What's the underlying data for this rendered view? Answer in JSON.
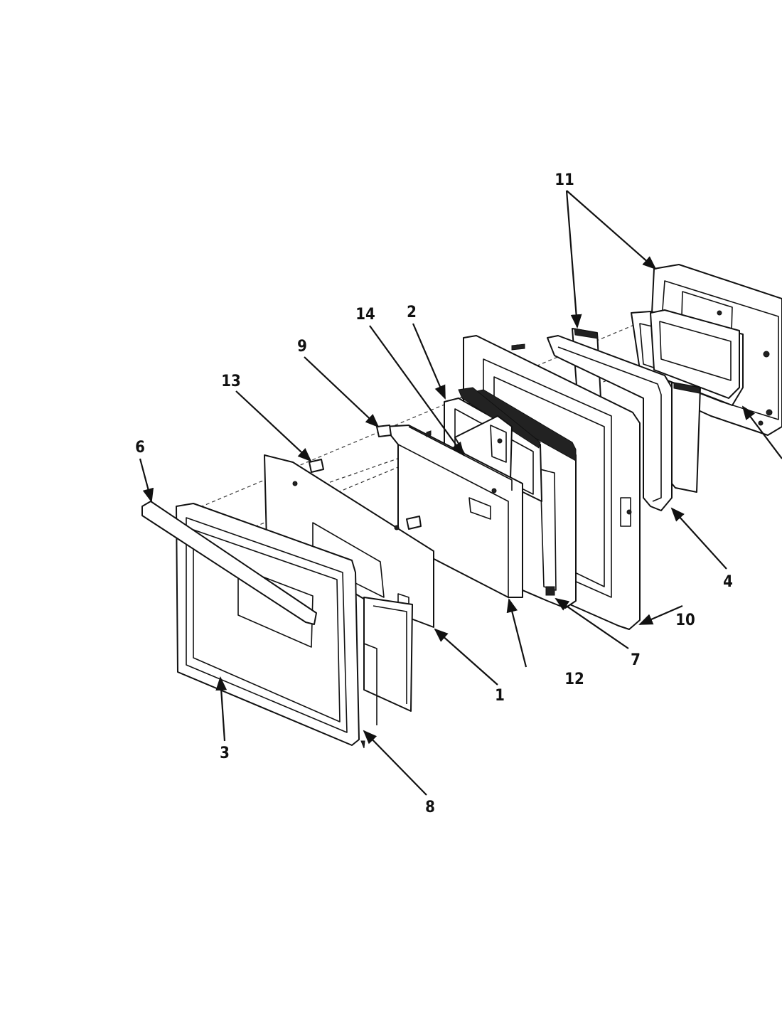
{
  "callouts": [
    {
      "id": "1",
      "label": "1"
    },
    {
      "id": "2",
      "label": "2"
    },
    {
      "id": "3",
      "label": "3"
    },
    {
      "id": "4",
      "label": "4"
    },
    {
      "id": "6",
      "label": "6"
    },
    {
      "id": "7",
      "label": "7"
    },
    {
      "id": "8",
      "label": "8"
    },
    {
      "id": "9",
      "label": "9"
    },
    {
      "id": "10",
      "label": "10"
    },
    {
      "id": "11",
      "label": "11"
    },
    {
      "id": "12",
      "label": "12"
    },
    {
      "id": "13",
      "label": "13"
    },
    {
      "id": "14",
      "label": "14"
    }
  ]
}
